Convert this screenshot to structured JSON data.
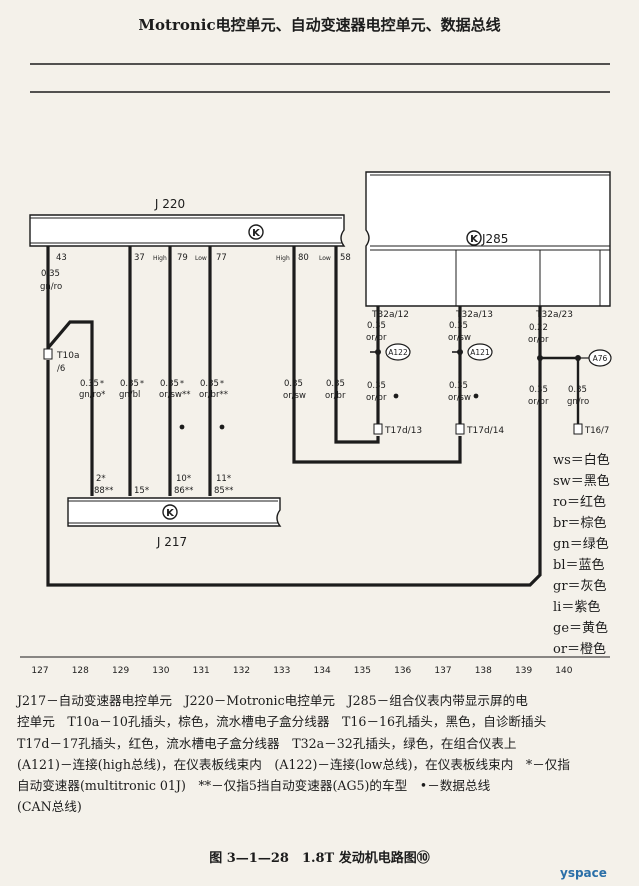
{
  "title": "Motronic电控单元、自动变速器电控单元、数据总线",
  "components": {
    "j220": {
      "name": "J 220",
      "symbol": "K"
    },
    "j285": {
      "name": "J285",
      "symbol": "K"
    },
    "j217": {
      "name": "J 217",
      "symbol": "K"
    }
  },
  "pins": {
    "p43": "43",
    "p37": "37",
    "p79": "79",
    "p77": "77",
    "p80": "80",
    "p58": "58",
    "high1": "High",
    "low1": "Low",
    "high2": "High",
    "low2": "Low"
  },
  "wires": {
    "w43": {
      "gauge": "0.35",
      "color": "gn/ro"
    },
    "j217a": {
      "gauge": "0.35",
      "color": "gn/ro*"
    },
    "j217b": {
      "gauge": "0.35",
      "color": "gn/bl"
    },
    "j217c": {
      "gauge": "0.35",
      "color": "or/sw**"
    },
    "j217d": {
      "gauge": "0.35",
      "color": "or/br**"
    },
    "w80": {
      "gauge": "0.35",
      "color": "or/sw"
    },
    "w58": {
      "gauge": "0.35",
      "color": "or/br"
    },
    "w12": {
      "gauge": "0.35",
      "color": "or/br"
    },
    "w12b": {
      "gauge": "0.35",
      "color": "or/br"
    },
    "w13": {
      "gauge": "0.35",
      "color": "or/sw"
    },
    "w13b": {
      "gauge": "0.35",
      "color": "or/sw"
    },
    "w23": {
      "gauge": "0.22",
      "color": "or/br"
    },
    "w23b": {
      "gauge": "0.35",
      "color": "or/br"
    },
    "w16": {
      "gauge": "0.35",
      "color": "gn/ro"
    }
  },
  "stars": {
    "star_single": "*",
    "star_double": "**"
  },
  "connectors": {
    "t10a": "T10a",
    "t10a_pin": "/6",
    "t32_12": "T32a/12",
    "t32_13": "T32a/13",
    "t32_23": "T32a/23",
    "t17_13": "T17d/13",
    "t17_14": "T17d/14",
    "t16_7": "T16/7"
  },
  "splices": {
    "a122": "A122",
    "a121": "A121",
    "a76": "A76"
  },
  "j217_pins": {
    "p2": "2*",
    "p88": "88**",
    "p15": "15*",
    "p10": "10*",
    "p86": "86**",
    "p11": "11*",
    "p85": "85**"
  },
  "legend": [
    "ws＝白色",
    "sw＝黑色",
    "ro＝红色",
    "br＝棕色",
    "gn＝绿色",
    "bl＝蓝色",
    "gr＝灰色",
    "li＝紫色",
    "ge＝黄色",
    "or＝橙色"
  ],
  "scale": [
    "127",
    "128",
    "129",
    "130",
    "131",
    "132",
    "133",
    "134",
    "135",
    "136",
    "137",
    "138",
    "139",
    "140"
  ],
  "description": [
    "J217－自动变速器电控单元　J220－Motronic电控单元　J285－组合仪表内带显示屏的电",
    "控单元　T10a－10孔插头，棕色，流水槽电子盒分线器　T16－16孔插头，黑色，自诊断插头",
    "T17d－17孔插头，红色，流水槽电子盒分线器　T32a－32孔插头，绿色，在组合仪表上",
    "(A121)－连接(high总线)，在仪表板线束内　(A122)－连接(low总线)，在仪表板线束内　*－仅指",
    "自动变速器(multitronic 01J)　**－仅指5挡自动变速器(AG5)的车型　•－数据总线",
    "(CAN总线)"
  ],
  "caption": "图 3—1—28　1.8T 发动机电路图⑩",
  "watermark": "yspace"
}
